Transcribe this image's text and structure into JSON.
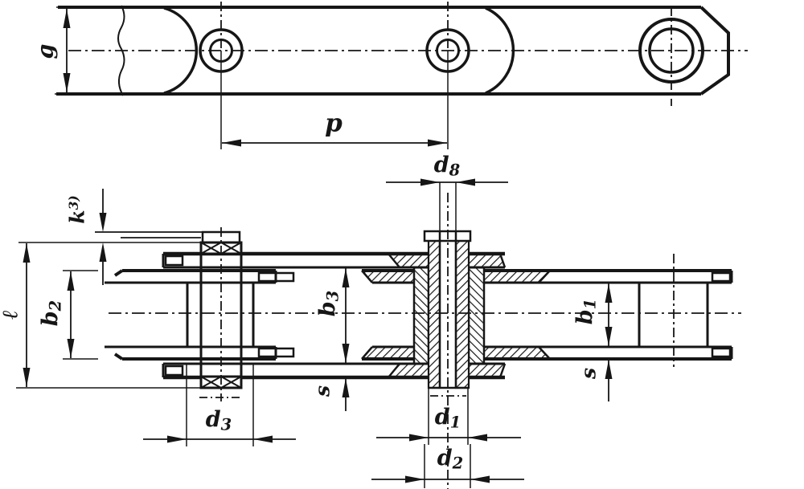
{
  "drawing": {
    "description_labels": {
      "g": {
        "main": "g"
      },
      "p": {
        "main": "p"
      },
      "d8": {
        "main": "d",
        "sub": "8"
      },
      "k": {
        "main": "k",
        "sup": "3)"
      },
      "l": {
        "main": "ℓ"
      },
      "b2": {
        "main": "b",
        "sub": "2"
      },
      "b3": {
        "main": "b",
        "sub": "3"
      },
      "s_left": {
        "main": "s"
      },
      "b1": {
        "main": "b",
        "sub": "1"
      },
      "s_right": {
        "main": "s"
      },
      "d3": {
        "main": "d",
        "sub": "3"
      },
      "d1": {
        "main": "d",
        "sub": "1"
      },
      "d2": {
        "main": "d",
        "sub": "2"
      }
    },
    "colors": {
      "ink": "#161616",
      "paper": "#ffffff"
    }
  }
}
